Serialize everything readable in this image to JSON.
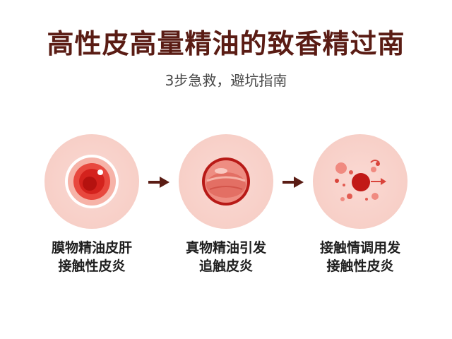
{
  "header": {
    "title": "高性皮高量精油的致香精过南",
    "subtitle": "3步急救，避坑指南"
  },
  "steps": [
    {
      "icon": "red-cell-ring-icon",
      "line1": "膜物精油皮肝",
      "line2": "接触性皮炎"
    },
    {
      "icon": "inflamed-cell-icon",
      "line1": "真物精油引发",
      "line2": "追触皮炎"
    },
    {
      "icon": "scattered-particles-icon",
      "line1": "接触情调用发",
      "line2": "接触性皮炎"
    }
  ],
  "colors": {
    "title": "#5a1c14",
    "accent": "#c81e1e",
    "circle_bg": "#f7cfc7",
    "arrow": "#5a1c14"
  }
}
